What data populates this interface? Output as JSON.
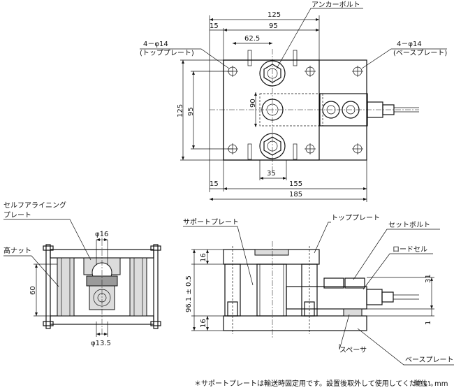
{
  "top_view": {
    "dimensions": {
      "overall_top": "125",
      "width_95": "95",
      "edge_15_top": "15",
      "offset_62_5": "62.5",
      "height_125": "125",
      "height_95": "95",
      "bore_90": "90",
      "pitch_35": "35",
      "edge_15_bottom": "15",
      "width_155": "155",
      "overall_185": "185"
    },
    "labels": {
      "anchor_bolt": "アンカーボルト",
      "top_hole_spec": "4－φ14",
      "top_hole_name": "(トッププレート)",
      "base_hole_spec": "4－φ14",
      "base_hole_name": "(ベースプレート)"
    }
  },
  "side_view": {
    "dimensions": {
      "dia_16": "φ16",
      "height_60": "60",
      "dia_13_5": "φ13.5"
    },
    "labels": {
      "self_aligning_line1": "セルフアライニング",
      "self_aligning_line2": "プレート",
      "high_nut": "高ナット"
    }
  },
  "front_view": {
    "dimensions": {
      "top_16": "16",
      "height_96_1": "96.1 ± 0.5",
      "bottom_16": "16",
      "height_31": "31",
      "gap_1": "1"
    },
    "labels": {
      "support_plate": "サポートプレート",
      "top_plate": "トッププレート",
      "set_bolt": "セットボルト",
      "load_cell": "ロードセル",
      "spacer": "スペーサ",
      "base_plate": "ベースプレート"
    }
  },
  "footnote": {
    "note": "＊サポートプレートは輸送時固定用です。設置後取外して使用してください。",
    "unit": "単位：mm"
  }
}
